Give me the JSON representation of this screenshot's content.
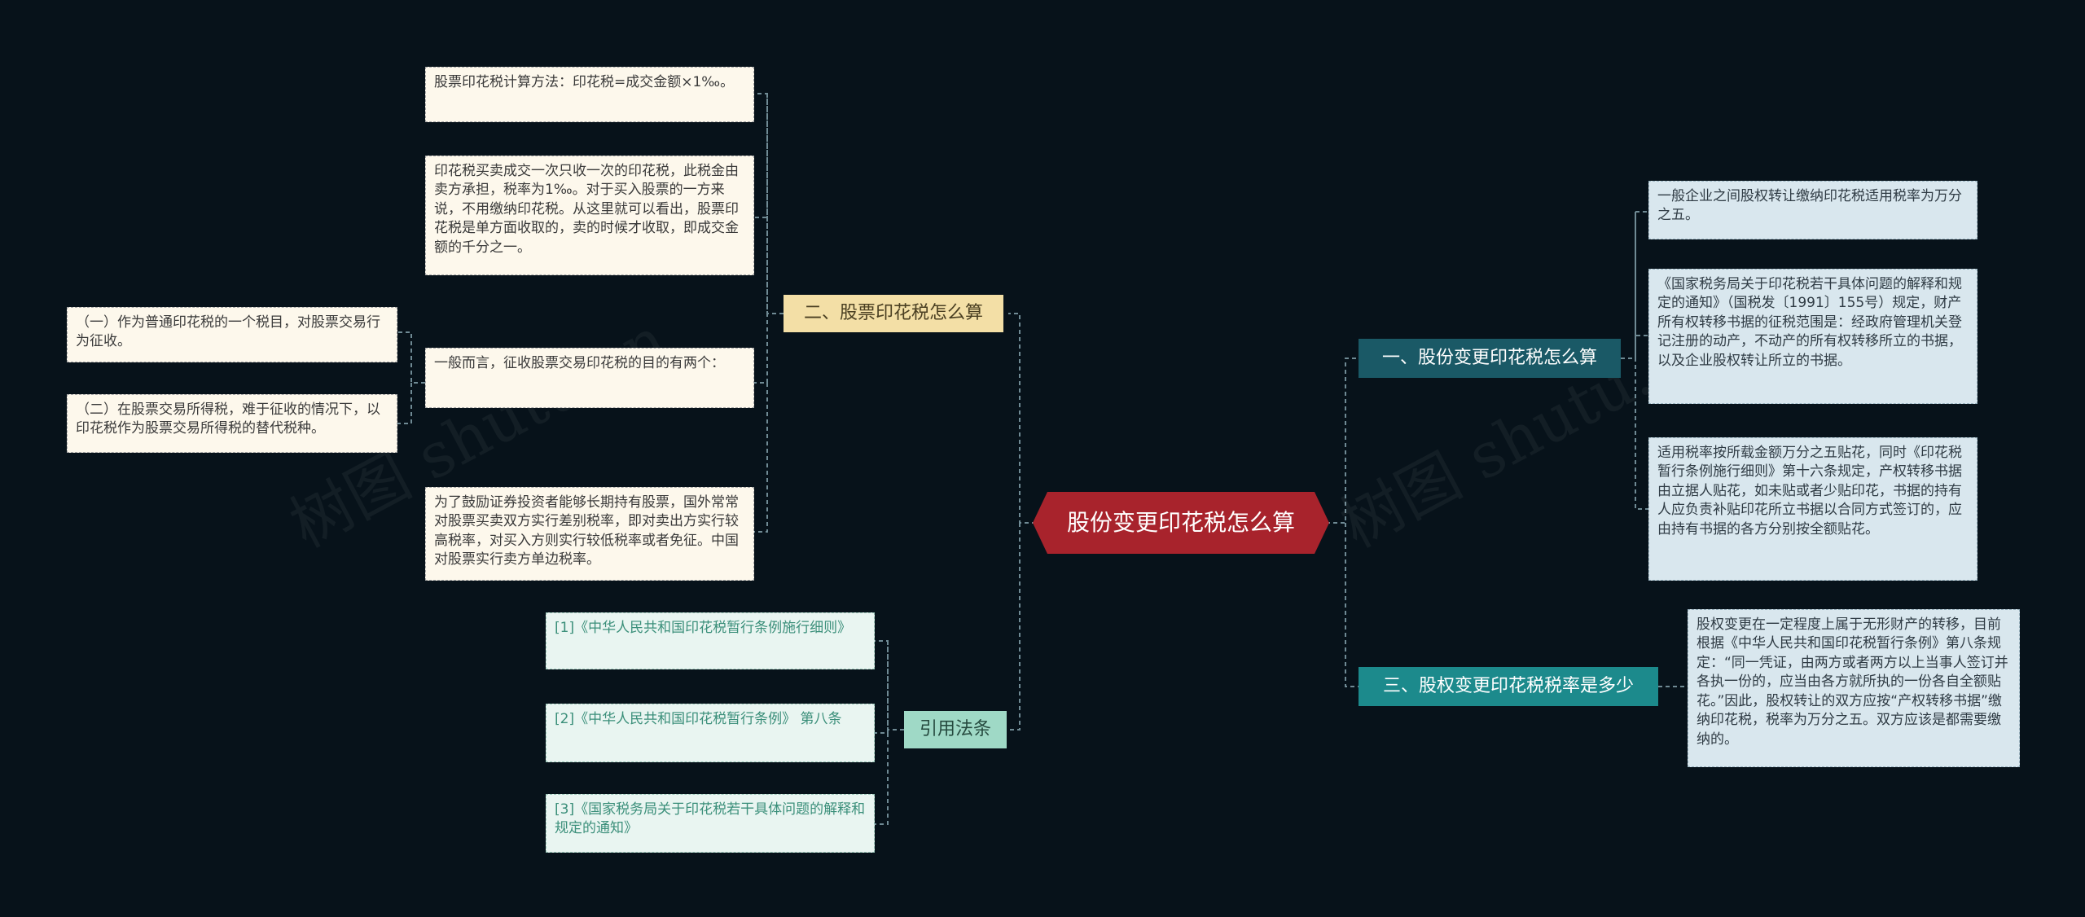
{
  "root": {
    "label": "股份变更印花税怎么算"
  },
  "watermarks": [
    "树图 shutu.cn",
    "树图 shutu.cn"
  ],
  "branches": {
    "stock_duty": {
      "label": "二、股票印花税怎么算",
      "leaves": [
        "股票印花税计算方法：印花税=成交金额×1‰。",
        "印花税买卖成交一次只收一次的印花税，此税金由卖方承担，税率为1‰。对于买入股票的一方来说，不用缴纳印花税。从这里就可以看出，股票印花税是单方面收取的，卖的时候才收取，即成交金额的千分之一。",
        "一般而言，征收股票交易印花税的目的有两个：",
        "为了鼓励证券投资者能够长期持有股票，国外常常对股票买卖双方实行差别税率，即对卖出方实行较高税率，对买入方则实行较低税率或者免征。中国对股票实行卖方单边税率。"
      ],
      "sub_leaves": [
        "（一）作为普通印花税的一个税目，对股票交易行为征收。",
        "（二）在股票交易所得税，难于征收的情况下，以印花税作为股票交易所得税的替代税种。"
      ]
    },
    "citations": {
      "label": "引用法条",
      "leaves": [
        "[1]《中华人民共和国印花税暂行条例施行细则》",
        "[2]《中华人民共和国印花税暂行条例》 第八条",
        "[3]《国家税务局关于印花税若干具体问题的解释和规定的通知》"
      ]
    },
    "share_change": {
      "label": "一、股份变更印花税怎么算",
      "leaves": [
        "一般企业之间股权转让缴纳印花税适用税率为万分之五。",
        "《国家税务局关于印花税若干具体问题的解释和规定的通知》（国税发〔1991〕155号）规定，财产所有权转移书据的征税范围是：经政府管理机关登记注册的动产，不动产的所有权转移所立的书据，以及企业股权转让所立的书据。",
        "适用税率按所载金额万分之五贴花，同时《印花税暂行条例施行细则》第十六条规定，产权转移书据由立据人贴花，如未贴或者少贴印花，书据的持有人应负责补贴印花所立书据以合同方式签订的，应由持有书据的各方分别按全额贴花。"
      ]
    },
    "equity_rate": {
      "label": "三、股权变更印花税税率是多少",
      "leaves": [
        "股权变更在一定程度上属于无形财产的转移，目前根据《中华人民共和国印花税暂行条例》第八条规定：“同一凭证，由两方或者两方以上当事人签订并各执一份的，应当由各方就所执的一份各自全额贴花。”因此，股权转让的双方应按“产权转移书据”缴纳印花税，税率为万分之五。双方应该是都需要缴纳的。"
      ]
    }
  },
  "colors": {
    "background": "#07121a",
    "root": "#a8232c",
    "branch_tan": "#f3dfa6",
    "branch_mint": "#9fd9c6",
    "branch_teal_dark": "#1a5966",
    "branch_teal": "#1c8a8c",
    "connector": "#6f8a94"
  }
}
